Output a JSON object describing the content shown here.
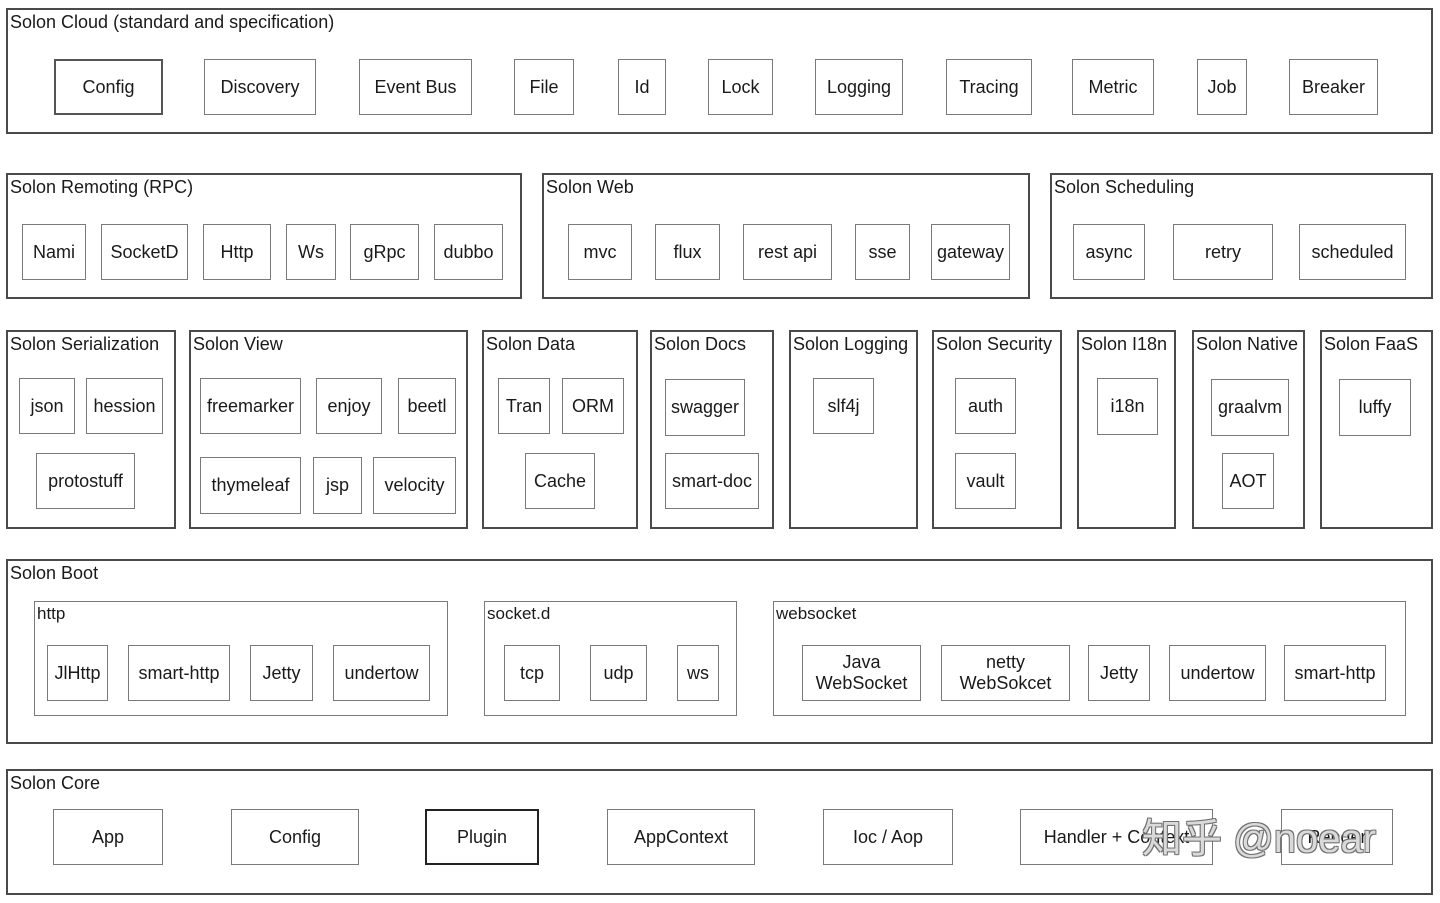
{
  "cloud": {
    "title": "Solon Cloud (standard and specification)",
    "items": [
      "Config",
      "Discovery",
      "Event Bus",
      "File",
      "Id",
      "Lock",
      "Logging",
      "Tracing",
      "Metric",
      "Job",
      "Breaker"
    ]
  },
  "remoting": {
    "title": "Solon Remoting (RPC)",
    "items": [
      "Nami",
      "SocketD",
      "Http",
      "Ws",
      "gRpc",
      "dubbo"
    ]
  },
  "web": {
    "title": "Solon Web",
    "items": [
      "mvc",
      "flux",
      "rest api",
      "sse",
      "gateway"
    ]
  },
  "scheduling": {
    "title": "Solon Scheduling",
    "items": [
      "async",
      "retry",
      "scheduled"
    ]
  },
  "serialization": {
    "title": "Solon Serialization",
    "items": [
      "json",
      "hession",
      "protostuff"
    ]
  },
  "view": {
    "title": "Solon View",
    "items": [
      "freemarker",
      "enjoy",
      "beetl",
      "thymeleaf",
      "jsp",
      "velocity"
    ]
  },
  "data": {
    "title": "Solon Data",
    "items": [
      "Tran",
      "ORM",
      "Cache"
    ]
  },
  "docs": {
    "title": "Solon Docs",
    "items": [
      "swagger",
      "smart-doc"
    ]
  },
  "logging": {
    "title": "Solon Logging",
    "items": [
      "slf4j"
    ]
  },
  "security": {
    "title": "Solon Security",
    "items": [
      "auth",
      "vault"
    ]
  },
  "i18n": {
    "title": "Solon I18n",
    "items": [
      "i18n"
    ]
  },
  "native": {
    "title": "Solon Native",
    "items": [
      "graalvm",
      "AOT"
    ]
  },
  "faas": {
    "title": "Solon FaaS",
    "items": [
      "luffy"
    ]
  },
  "boot": {
    "title": "Solon Boot",
    "http": {
      "title": "http",
      "items": [
        "JlHttp",
        "smart-http",
        "Jetty",
        "undertow"
      ]
    },
    "socket": {
      "title": "socket.d",
      "items": [
        "tcp",
        "udp",
        "ws"
      ]
    },
    "websocket": {
      "title": "websocket",
      "items": [
        "Java\nWebSocket",
        "netty\nWebSokcet",
        "Jetty",
        "undertow",
        "smart-http"
      ]
    }
  },
  "core": {
    "title": "Solon Core",
    "items": [
      "App",
      "Config",
      "Plugin",
      "AppContext",
      "Ioc / Aop",
      "Handler + Context",
      "Render"
    ]
  },
  "watermark": "知乎 @noear"
}
